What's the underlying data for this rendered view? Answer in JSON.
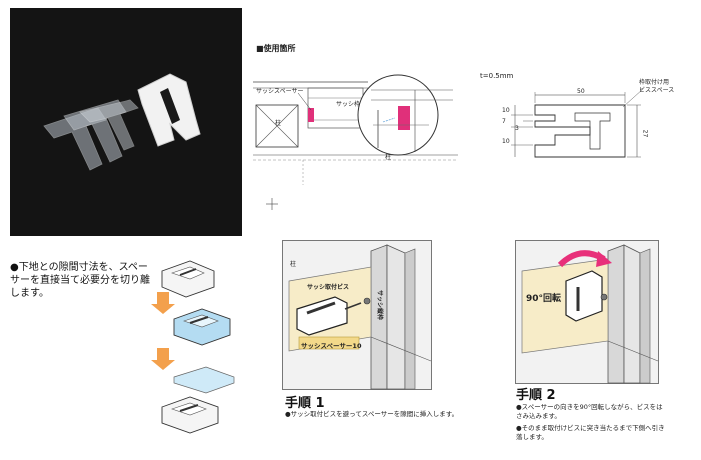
{
  "usage": {
    "heading": "■使用箇所",
    "labels": {
      "spacer": "サッシスペーサー",
      "sash_frame": "サッシ枠",
      "column": "柱"
    }
  },
  "dimensions": {
    "thickness": "t=0.5mm",
    "screw_space": "枠取付け用\nビススペース",
    "width": "50",
    "height": "27",
    "side_10a": "10",
    "side_7": "7",
    "side_10b": "10",
    "side_3": "3"
  },
  "bullet": {
    "marker": "●",
    "text": "下地との隙間寸法を、スペーサーを直接当て必要分を切り離します。"
  },
  "step1": {
    "title": "手順 1",
    "labels": {
      "column": "柱",
      "screw": "サッシ取付ビス",
      "sash_frame": "サッシ縦枠",
      "product": "サッシスペーサー10"
    },
    "desc": "サッシ取付ビスを避ってスペーサーを隙間に挿入します。"
  },
  "step2": {
    "title": "手順 2",
    "rotation": "90°回転",
    "desc1": "スペーサーの向きを90°回転しながら、ビスをはさみ込みます。",
    "desc2": "そのまま取付けビスに突き当たるまで下側へ引き落します。"
  }
}
